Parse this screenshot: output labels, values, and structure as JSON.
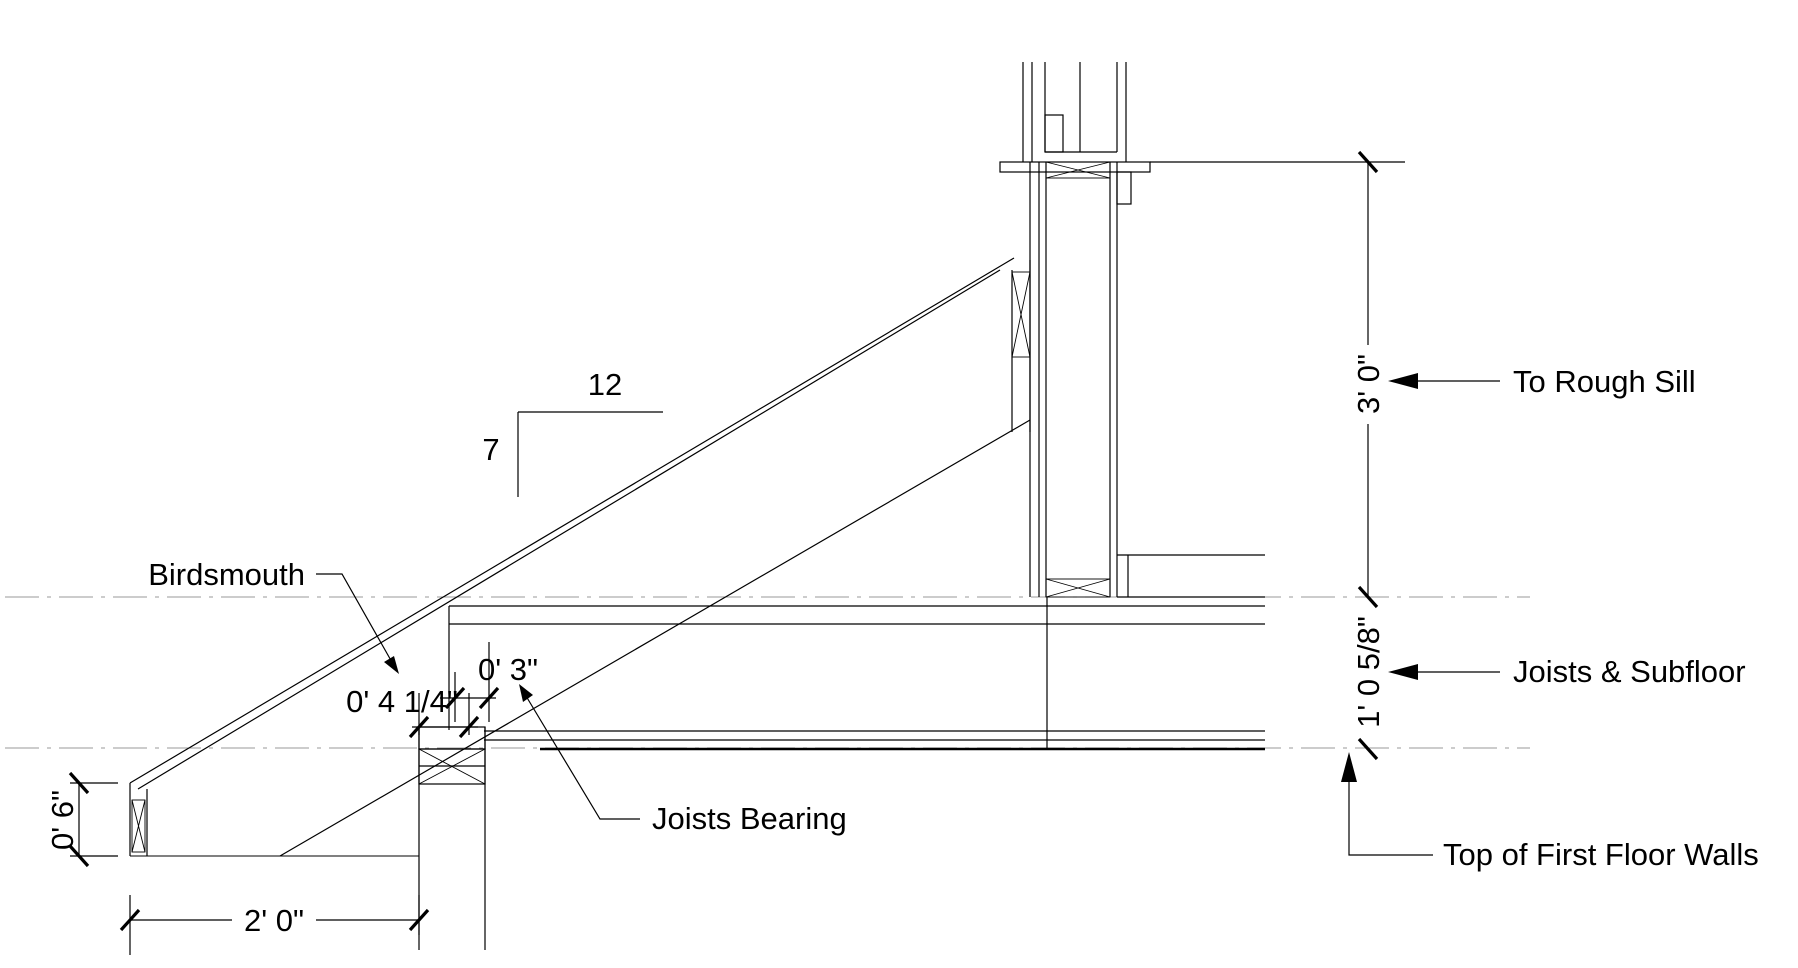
{
  "pitch": {
    "run": "12",
    "rise": "7"
  },
  "dimensions": {
    "window_height": "3' 0\"",
    "floor_depth": "1' 0 5/8\"",
    "birdsmouth_seat": "0' 4 1/4\"",
    "bearing_width": "0' 3\"",
    "tail_height": "0' 6\"",
    "overhang": "2' 0\""
  },
  "callouts": {
    "birdsmouth": "Birdsmouth",
    "joists_bearing": "Joists Bearing",
    "rough_sill": "To Rough Sill",
    "joists_subfloor": "Joists & Subfloor",
    "top_first_floor": "Top of First Floor Walls"
  }
}
